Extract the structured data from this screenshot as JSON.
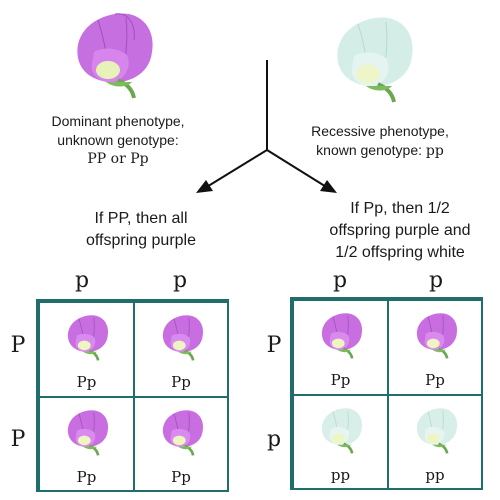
{
  "parents": {
    "dominant": {
      "line1": "Dominant phenotype,",
      "line2": "unknown genotype:",
      "genotype": "PP or Pp",
      "flower_color": "#c96ee0"
    },
    "recessive": {
      "line1": "Recessive phenotype,",
      "line2_text": "known genotype:",
      "genotype": "pp",
      "flower_color": "#cfe9e3"
    }
  },
  "outcomes": {
    "left": {
      "line1": "If PP, then all",
      "line2": "offspring purple"
    },
    "right": {
      "line1": "If Pp, then 1/2",
      "line2": "offspring purple and",
      "line3": "1/2 offspring white"
    }
  },
  "punnett_left": {
    "col_headers": [
      "p",
      "p"
    ],
    "row_headers": [
      "P",
      "P"
    ],
    "cells": [
      {
        "label": "Pp",
        "flower": "purple"
      },
      {
        "label": "Pp",
        "flower": "purple"
      },
      {
        "label": "Pp",
        "flower": "purple"
      },
      {
        "label": "Pp",
        "flower": "purple"
      }
    ]
  },
  "punnett_right": {
    "col_headers": [
      "p",
      "p"
    ],
    "row_headers": [
      "P",
      "p"
    ],
    "cells": [
      {
        "label": "Pp",
        "flower": "purple"
      },
      {
        "label": "Pp",
        "flower": "purple"
      },
      {
        "label": "pp",
        "flower": "white"
      },
      {
        "label": "pp",
        "flower": "white"
      }
    ]
  },
  "colors": {
    "grid_border": "#1f6e6b",
    "arrow": "#111111",
    "purple": "#c96ee0",
    "white": "#d8eee9"
  }
}
